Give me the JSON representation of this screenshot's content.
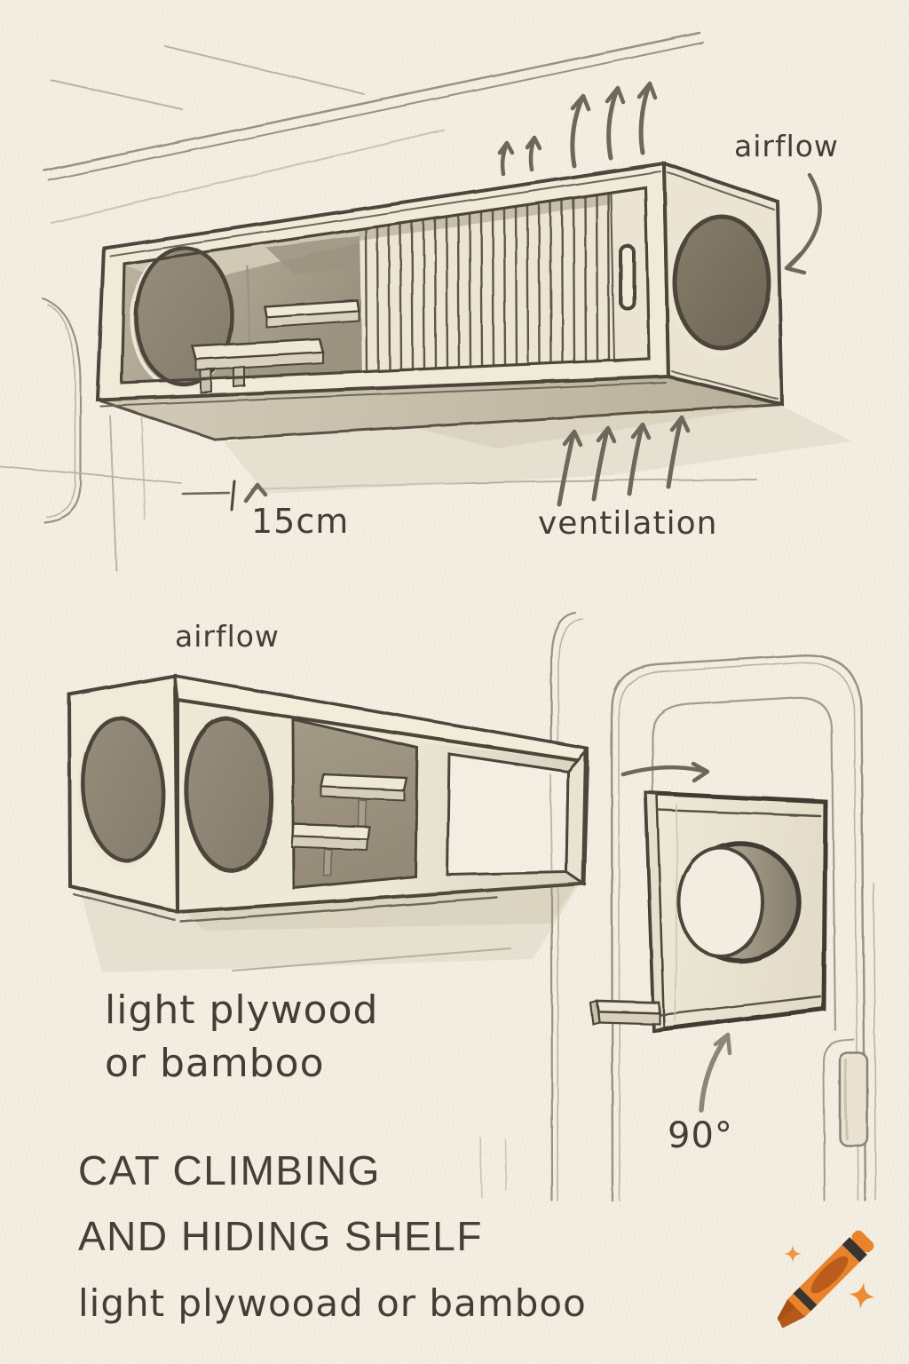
{
  "sketch": {
    "labels": {
      "airflow_top": "airflow",
      "airflow_side": "airflow",
      "dimension_15cm": "15cm",
      "ventilation": "ventilation",
      "material_line1": "light plywood",
      "material_line2": "or bamboo",
      "mount_angle": "90°"
    },
    "title": {
      "line1": "CAT CLIMBING",
      "line2": "AND HIDING SHELF",
      "subtitle": "light plywooad or bamboo"
    },
    "icons": {
      "crayon": "orange-crayon-icon",
      "sparkle": "sparkle-icon"
    },
    "colors": {
      "paper": "#f3eee1",
      "pencil_dark": "#4b453a",
      "pencil_mid": "#6e675a",
      "pencil_faint": "#b1a895",
      "crayon_orange": "#e8832c",
      "crayon_dark_orange": "#bc5c1c",
      "crayon_tip": "#b5581a",
      "crayon_stripe": "#3a342e",
      "sparkle_orange": "#ee8c35"
    }
  }
}
